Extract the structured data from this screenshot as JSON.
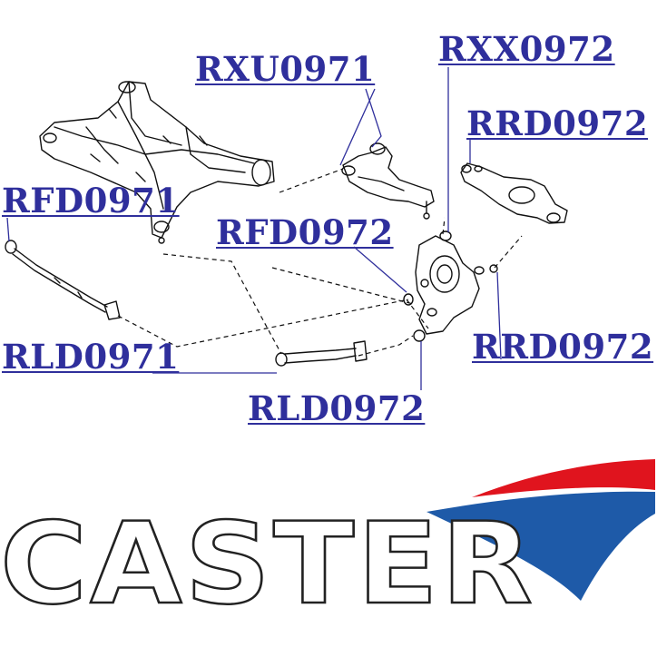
{
  "labels": {
    "rxu0971": "RXU0971",
    "rxx0972": "RXX0972",
    "rrd0972_top": "RRD0972",
    "rfd0971": "RFD0971",
    "rfd0972": "RFD0972",
    "rld0971": "RLD0971",
    "rrd0972_bottom": "RRD0972",
    "rld0972": "RLD0972"
  },
  "brand": {
    "name": "CASTER",
    "red_color": "#e0141e",
    "blue_color": "#1e5aa8"
  },
  "colors": {
    "label": "#2f2f9c",
    "drawing": "#111111"
  },
  "icons": {
    "subframe": "rear-subframe-drawing",
    "upper_arm": "upper-control-arm-drawing",
    "knuckle": "knuckle-drawing",
    "lower_arm": "lower-control-arm-drawing"
  }
}
